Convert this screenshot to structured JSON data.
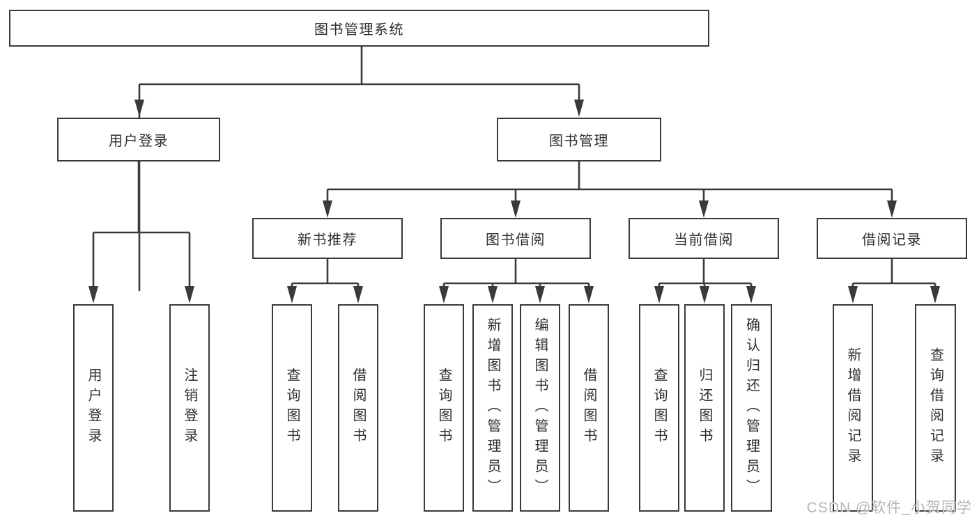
{
  "diagram": {
    "root": "图书管理系统",
    "user_login": {
      "label": "用户登录",
      "children": [
        "用户登录",
        "注销登录"
      ]
    },
    "book_mgmt": {
      "label": "图书管理",
      "branches": [
        {
          "label": "新书推荐",
          "children": [
            "查询图书",
            "借阅图书"
          ]
        },
        {
          "label": "图书借阅",
          "children": [
            "查询图书",
            "新增图书（管理员）",
            "编辑图书（管理员）",
            "借阅图书"
          ]
        },
        {
          "label": "当前借阅",
          "children": [
            "查询图书",
            "归还图书",
            "确认归还（管理员）"
          ]
        },
        {
          "label": "借阅记录",
          "children": [
            "新增借阅记录",
            "查询借阅记录"
          ]
        }
      ]
    }
  },
  "watermark": "CSDN @软件_小贺同学",
  "colors": {
    "line": "#3a3a3a",
    "text": "#2f2f2f",
    "background": "#ffffff",
    "watermark": "#b5b5b5"
  }
}
